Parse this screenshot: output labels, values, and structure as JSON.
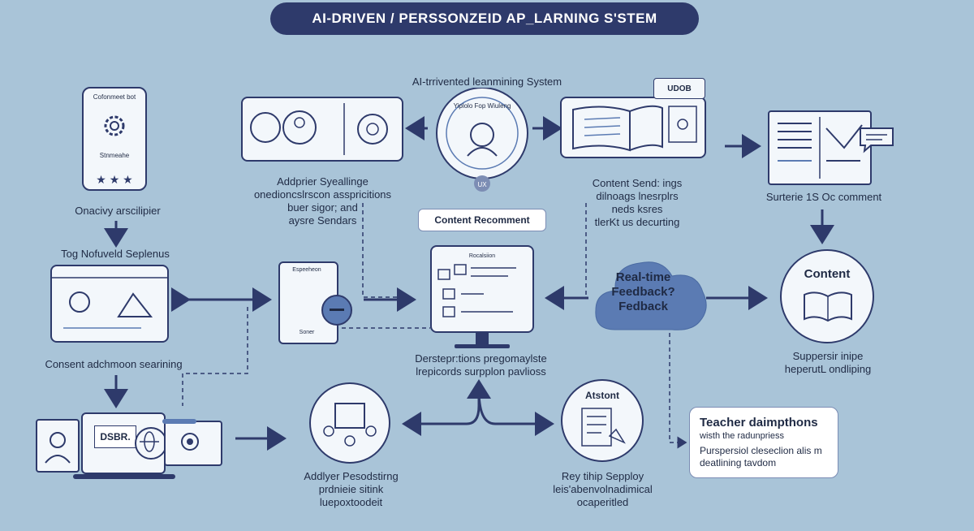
{
  "title": "AI-DRIVEN / PERSSONZEID AP_LARNING S'STEM",
  "hub": {
    "caption": "AI-trrivented leanmining System",
    "inner": "Yiplolo Fop Wiuleng",
    "badge": "UX"
  },
  "phone": {
    "top": "Cofonmeet bot",
    "bottom": "Stnmeahe",
    "caption": "Onacivy arscilipier"
  },
  "adaptive": {
    "lines": [
      "Addprier Syeallinge",
      "onedioncslrscon asspricitions",
      "buer sigor; and",
      "aysre Sendars"
    ]
  },
  "recommend_box": "Content Recomment",
  "content_sends": {
    "badge": "UDOB",
    "lines": [
      "Content Send: ings",
      "dilnoags lnesrplrs",
      "neds ksres",
      "tlerKt us decurting"
    ]
  },
  "doc_right": {
    "caption": "Surterie 1S Oc comment"
  },
  "tog": {
    "caption": "Tog Nofuveld Seplenus"
  },
  "content_search": {
    "caption": "Consent adchmoon searining"
  },
  "tablet": {
    "top": "Espeeheon",
    "bottom": "Soner"
  },
  "monitor": {
    "top": "Rocalsiion",
    "lines": [
      "Derstepr:tions pregomaylste",
      "lrepicords surpplon pavlioss"
    ]
  },
  "feedback": {
    "lines": [
      "Real-time",
      "Feedback?",
      "Fedback"
    ]
  },
  "content_circle": {
    "label": "Content",
    "lines": [
      "Suppersir inipe",
      "heperutL ondliping"
    ]
  },
  "laptop": {
    "screen": "DSBR."
  },
  "adaptive_bottom": {
    "lines": [
      "Addlyer Pesodstirng",
      "prdnieie sitink",
      "luepoxtoodeit"
    ]
  },
  "assistant": {
    "label": "Atstont",
    "lines": [
      "Rey tihip Sepploy",
      "leis'abenvolnadimical",
      "ocaperitled"
    ]
  },
  "teacher": {
    "heading": "Teacher daimpthons",
    "sub": "wisth the radunpriess",
    "body": [
      "Purspersiol cleseclion alis m",
      "deatlining tavdom"
    ]
  },
  "colors": {
    "background": "#a9c4d8",
    "navy": "#2e3a6b",
    "cloud": "#5b7bb3",
    "card": "#f3f7fb"
  }
}
